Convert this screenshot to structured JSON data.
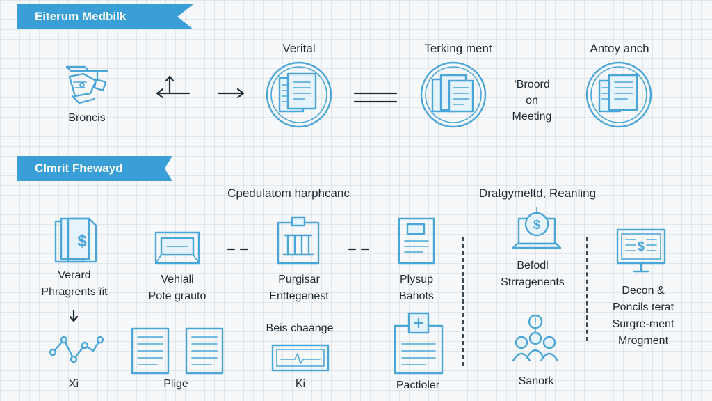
{
  "banners": {
    "top": "Eiterum Medbilk",
    "mid": "Clmrit Fhewayd"
  },
  "top_row": {
    "first_label": "Broncis",
    "second_title": "Verital",
    "third_title": "Terking ment",
    "side_text": [
      "‘Broord",
      "on",
      "Meeting"
    ],
    "fourth_title": "Antoy anch"
  },
  "section_left": {
    "title": "Cpedulatom harphcanc",
    "items": {
      "doc": [
        "Verard",
        "Phragrents ĩit"
      ],
      "tray": [
        "Vehiali",
        "Pote grauto"
      ],
      "bank": [
        "Purgisar",
        "Enttegenest"
      ],
      "sheet": [
        "Plysup",
        "Bahots"
      ]
    },
    "bottom": {
      "graph": "Xi",
      "pages": "Plige",
      "monitor_caption": "Beis chaange",
      "monitor": "Ki",
      "clipboard": "Pactioler"
    }
  },
  "section_right": {
    "title": "Dratgymeltd, Reanling",
    "laptop": [
      "Befodl",
      "Strragenents"
    ],
    "screen": [
      "Decon &",
      "Poncils terat",
      "Surgre-ment",
      "Mrogment"
    ],
    "people": "Sanork"
  }
}
